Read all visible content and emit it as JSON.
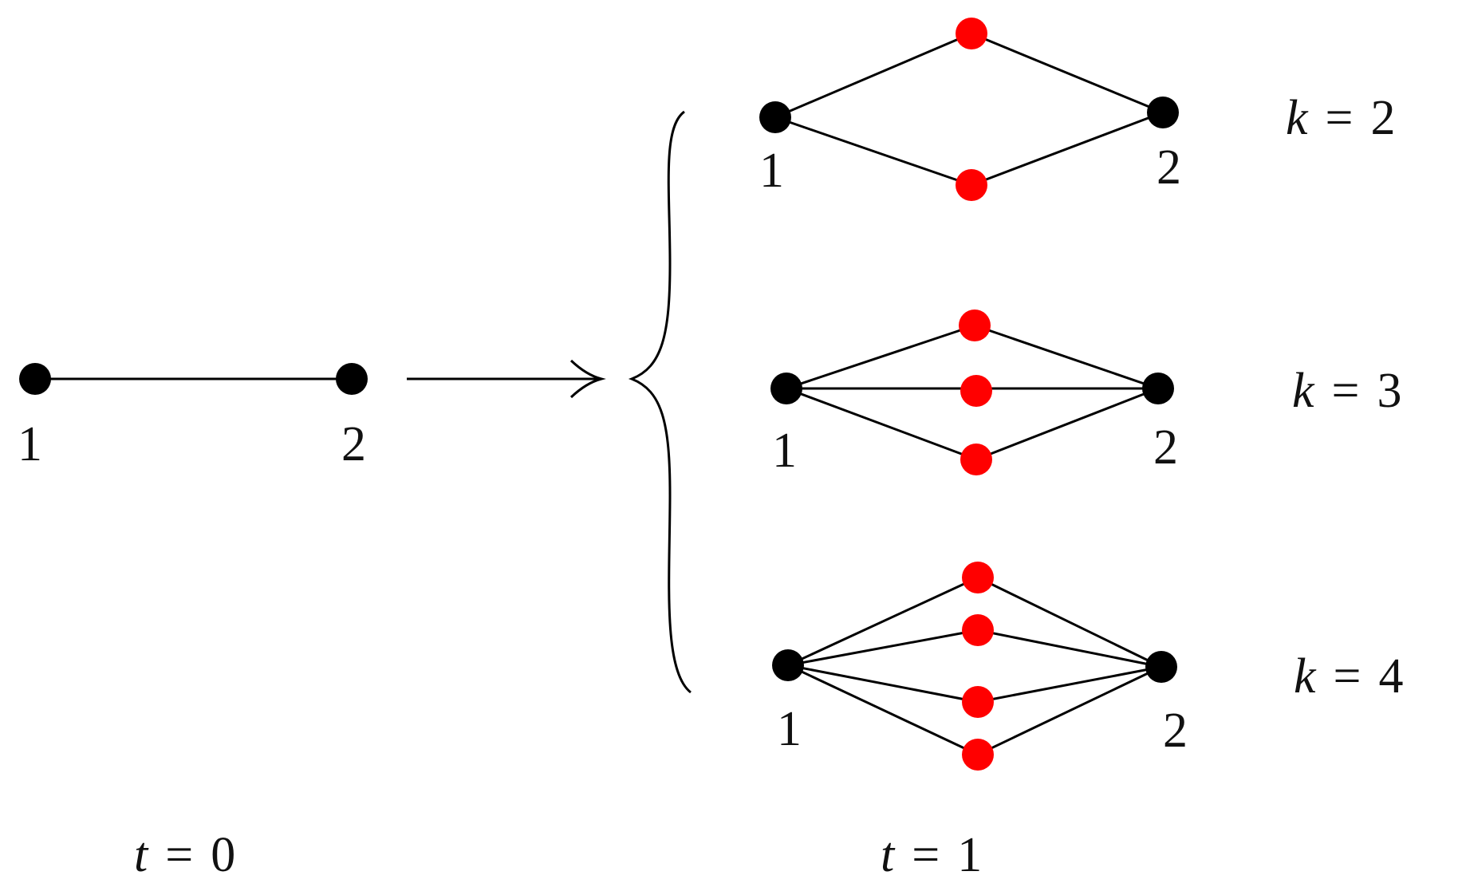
{
  "t0": {
    "caption_var": "t",
    "caption_eq": "=",
    "caption_val": "0",
    "node_labels": [
      "1",
      "2"
    ]
  },
  "t1": {
    "caption_var": "t",
    "caption_eq": "=",
    "caption_val": "1",
    "graphs": [
      {
        "k_var": "k",
        "k_eq": "=",
        "k_val": "2",
        "red_nodes": 2,
        "left_label": "1",
        "right_label": "2"
      },
      {
        "k_var": "k",
        "k_eq": "=",
        "k_val": "3",
        "red_nodes": 3,
        "left_label": "1",
        "right_label": "2"
      },
      {
        "k_var": "k",
        "k_eq": "=",
        "k_val": "4",
        "red_nodes": 4,
        "left_label": "1",
        "right_label": "2"
      }
    ]
  },
  "colors": {
    "original_node": "#000000",
    "new_node": "#ff0000",
    "edge": "#000000"
  }
}
